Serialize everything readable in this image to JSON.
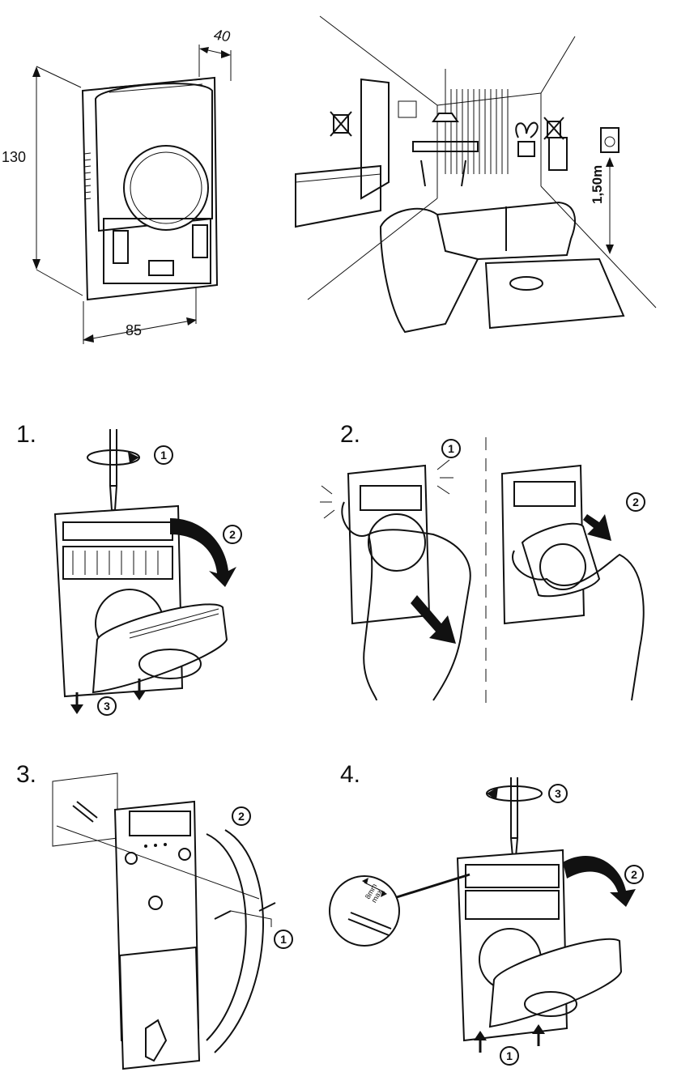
{
  "dimensions": {
    "height": "130",
    "width": "85",
    "depth": "40"
  },
  "room": {
    "mount_height": "1,50m"
  },
  "steps": [
    {
      "number": "1.",
      "callouts": [
        "1",
        "2",
        "3"
      ]
    },
    {
      "number": "2.",
      "callouts": [
        "1",
        "2"
      ]
    },
    {
      "number": "3.",
      "callouts": [
        "2",
        "1"
      ]
    },
    {
      "number": "4.",
      "callouts": [
        "3",
        "2",
        "1"
      ],
      "strip_label": "8mm max"
    }
  ]
}
